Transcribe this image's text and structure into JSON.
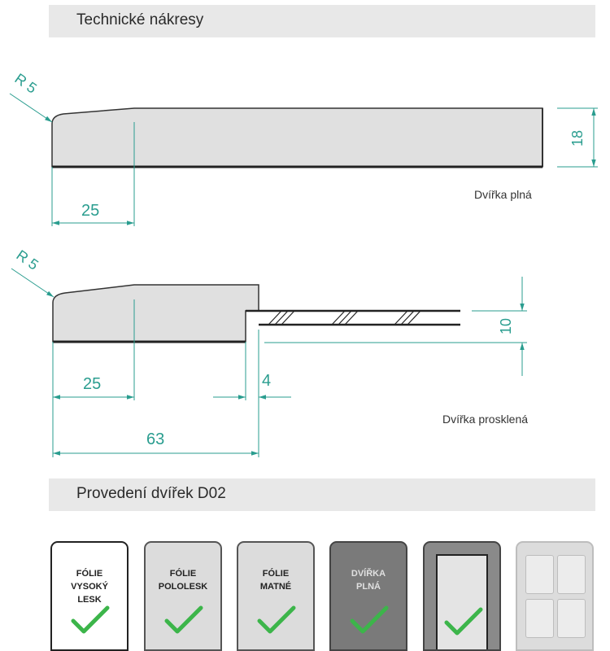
{
  "section1": {
    "title": "Technické nákresy"
  },
  "drawing1": {
    "radius_label": "R 5",
    "dim_width": "25",
    "dim_thickness": "18",
    "caption": "Dvířka plná"
  },
  "drawing2": {
    "radius_label": "R 5",
    "dim_width": "25",
    "dim_gap": "4",
    "dim_total": "63",
    "dim_glass": "10",
    "caption": "Dvířka prosklená"
  },
  "section2": {
    "title": "Provedení dvířek D02"
  },
  "tiles": [
    {
      "lines": [
        "FÓLIE",
        "VYSOKÝ",
        "LESK"
      ],
      "checked": true
    },
    {
      "lines": [
        "FÓLIE",
        "POLOLESK"
      ],
      "checked": true
    },
    {
      "lines": [
        "FÓLIE",
        "MATNÉ"
      ],
      "checked": true
    },
    {
      "lines": [
        "DVÍŘKA",
        "PLNÁ"
      ],
      "checked": true
    },
    {
      "lines": [],
      "checked": true
    },
    {
      "lines": [],
      "checked": false
    }
  ],
  "colors": {
    "dimension": "#2a9d8f",
    "profile_fill": "#e0e0e0",
    "check": "#3cb54a"
  }
}
